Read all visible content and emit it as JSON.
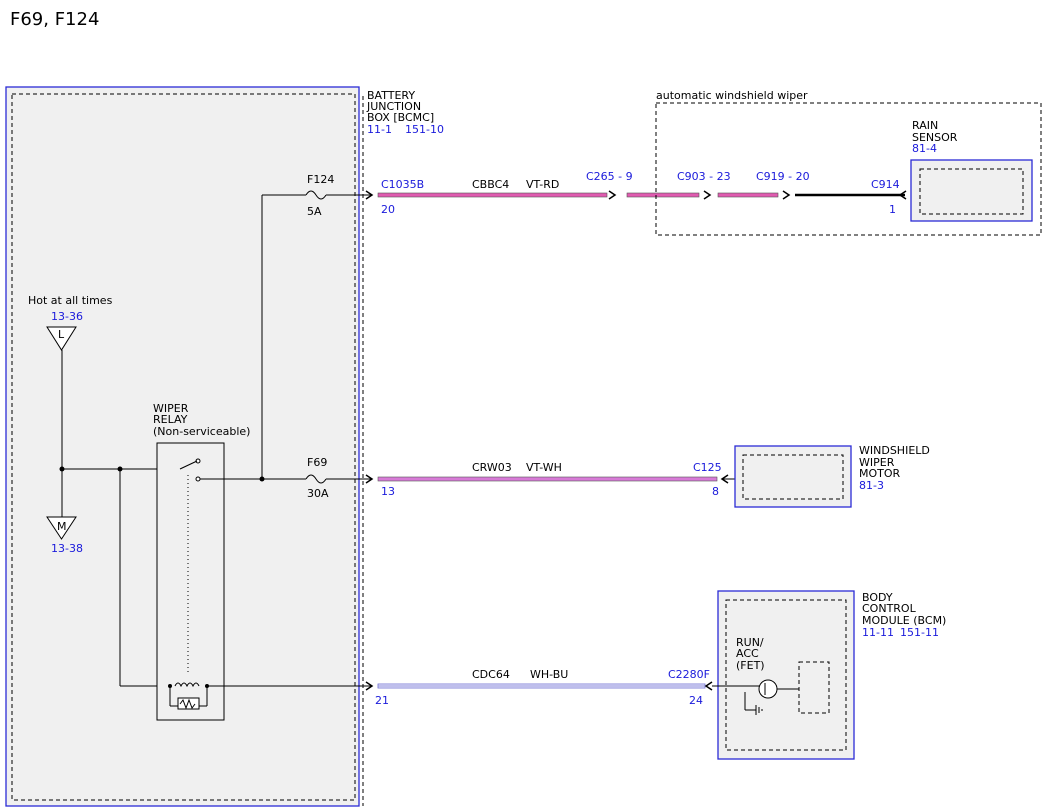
{
  "page_title": "F69, F124",
  "bjb": {
    "name_lines": [
      "BATTERY",
      "JUNCTION",
      "BOX [BCMC]"
    ],
    "refs": [
      "11-1",
      "151-10"
    ]
  },
  "power": {
    "hot_label": "Hot at all times",
    "hot_ref": "13-36",
    "hot_letter": "L",
    "ground_letter": "M",
    "ground_ref": "13-38"
  },
  "relay": {
    "name_lines": [
      "WIPER",
      "RELAY",
      "(Non-serviceable)"
    ]
  },
  "fuses": [
    {
      "name": "F124",
      "rating": "5A"
    },
    {
      "name": "F69",
      "rating": "30A"
    }
  ],
  "circuits": [
    {
      "start_connector": "C1035B",
      "start_pin": "20",
      "circuit": "CBBC4",
      "color": "VT-RD",
      "inline": [
        "C265 - 9",
        "C903 - 23",
        "C919 - 20"
      ],
      "end_connector": "C914",
      "end_pin": "1",
      "wire_color": "#e05bb0"
    },
    {
      "start_pin": "13",
      "circuit": "CRW03",
      "color": "VT-WH",
      "end_connector": "C125",
      "end_pin": "8",
      "wire_color": "#d77ad6"
    },
    {
      "start_pin": "21",
      "circuit": "CDC64",
      "color": "WH-BU",
      "end_connector": "C2280F",
      "end_pin": "24",
      "wire_color": "#8a8ad8"
    }
  ],
  "auto_wiper_label": "automatic windshield wiper",
  "rain_sensor": {
    "name_lines": [
      "RAIN",
      "SENSOR"
    ],
    "ref": "81-4"
  },
  "wiper_motor": {
    "name_lines": [
      "WINDSHIELD",
      "WIPER",
      "MOTOR"
    ],
    "ref": "81-3"
  },
  "bcm": {
    "name_lines": [
      "BODY",
      "CONTROL",
      "MODULE (BCM)"
    ],
    "refs": [
      "11-11",
      "151-11"
    ],
    "fet_lines": [
      "RUN/",
      "ACC",
      "(FET)"
    ]
  },
  "colors": {
    "ref_blue": "#1a1adb",
    "box_blue": "#2b2bd6",
    "panel_gray": "#f0f0f0"
  }
}
